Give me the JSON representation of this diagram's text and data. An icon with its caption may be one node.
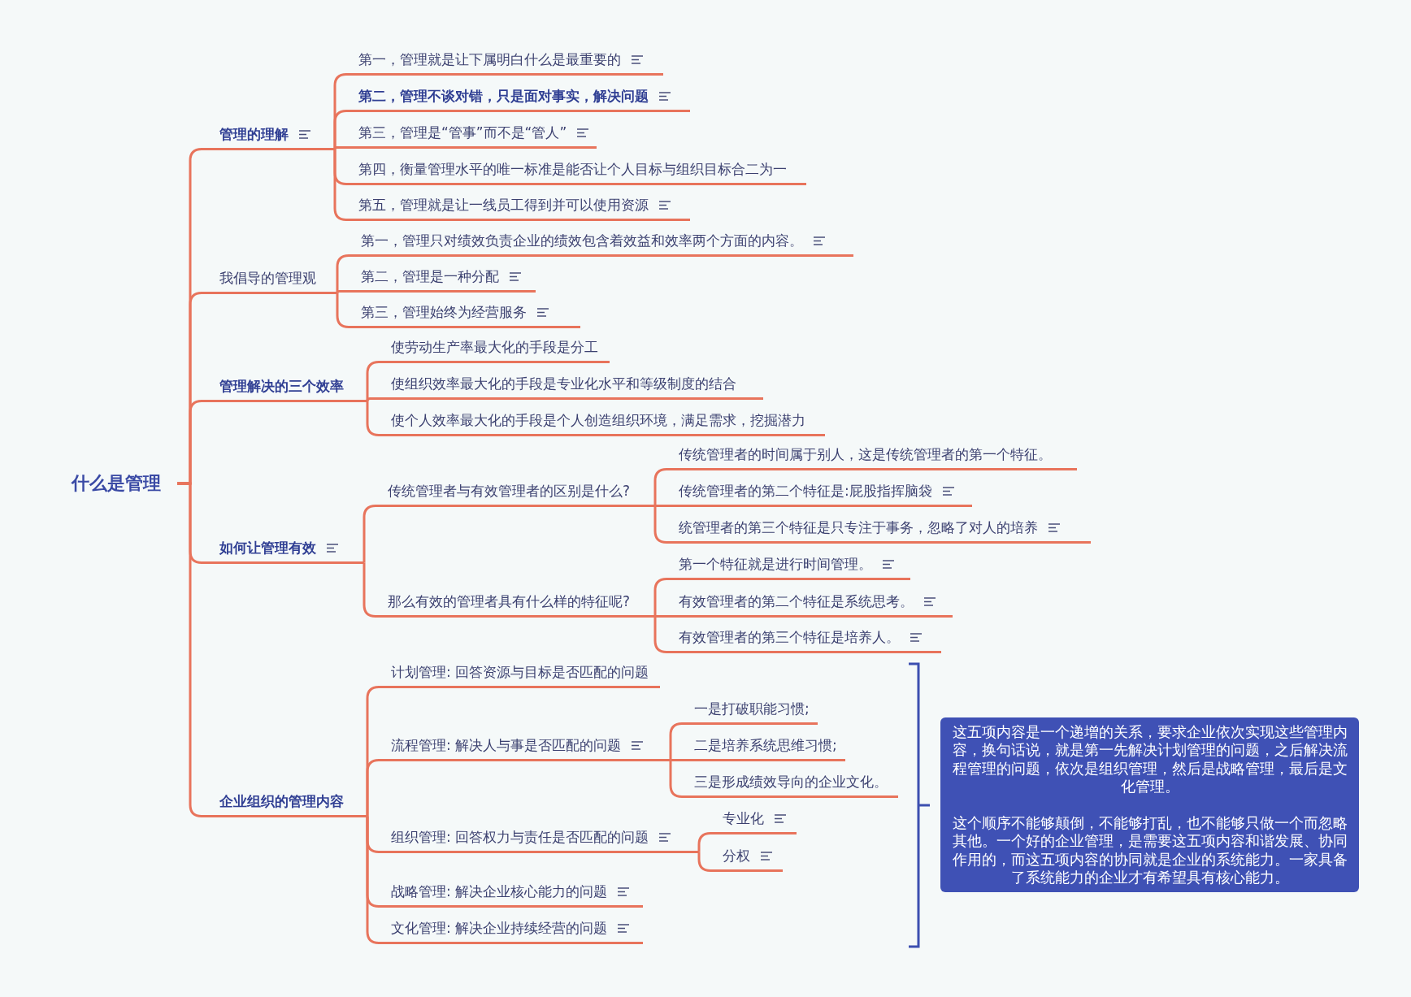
{
  "diagram": {
    "nodes": [
      {
        "text": [
          "什么是管理"
        ]
      },
      {
        "text": [
          "管理的理解"
        ]
      },
      {
        "text": [
          "第一，管理就是让下属明白什么是最重要的"
        ]
      },
      {
        "text": [
          "第二，管理不谈对错，只是面对事实，解决问题"
        ]
      },
      {
        "text": [
          "第三，管理是“管事”而不是“管人”"
        ]
      },
      {
        "text": [
          "第四，衡量管理水平的唯一标准是能否让个人目标与组织目标合二为一"
        ]
      },
      {
        "text": [
          "第五，管理就是让一线员工得到并可以使用资源"
        ]
      },
      {
        "text": [
          "我倡导的管理观"
        ]
      },
      {
        "text": [
          "第一，管理只对绩效负责企业的绩效包含着效益和效率两个方面的内容。"
        ]
      },
      {
        "text": [
          "第二，管理是一种分配"
        ]
      },
      {
        "text": [
          "第三，管理始终为经营服务"
        ]
      },
      {
        "text": [
          "管理解决的三个效率"
        ]
      },
      {
        "text": [
          "使劳动生产率最大化的手段是分工"
        ]
      },
      {
        "text": [
          "使组织效率最大化的手段是专业化水平和等级制度的结合"
        ]
      },
      {
        "text": [
          "使个人效率最大化的手段是个人创造组织环境，满足需求，挖掘潜力"
        ]
      },
      {
        "text": [
          "如何让管理有效"
        ]
      },
      {
        "text": [
          "传统管理者与有效管理者的区别是什么?"
        ]
      },
      {
        "text": [
          "传统管理者的时间属于别人，这是传统管理者的第一个特征。"
        ]
      },
      {
        "text": [
          "传统管理者的第二个特征是:屁股指挥脑袋"
        ]
      },
      {
        "text": [
          "统管理者的第三个特征是只专注于事务，忽略了对人的培养"
        ]
      },
      {
        "text": [
          "那么有效的管理者具有什么样的特征呢?"
        ]
      },
      {
        "text": [
          "第一个特征就是进行时间管理。"
        ]
      },
      {
        "text": [
          "有效管理者的第二个特征是系统思考。"
        ]
      },
      {
        "text": [
          "有效管理者的第三个特征是培养人。"
        ]
      },
      {
        "text": [
          "企业组织的管理内容"
        ]
      },
      {
        "text": [
          "计划管理: 回答资源与目标是否匹配的问题"
        ]
      },
      {
        "text": [
          "流程管理: 解决人与事是否匹配的问题"
        ]
      },
      {
        "text": [
          "一是打破职能习惯;"
        ]
      },
      {
        "text": [
          "二是培养系统思维习惯;"
        ]
      },
      {
        "text": [
          "三是形成绩效导向的企业文化。"
        ]
      },
      {
        "text": [
          "组织管理: 回答权力与责任是否匹配的问题"
        ]
      },
      {
        "text": [
          "专业化"
        ]
      },
      {
        "text": [
          "分权"
        ]
      },
      {
        "text": [
          "战略管理: 解决企业核心能力的问题"
        ]
      },
      {
        "text": [
          "文化管理: 解决企业持续经营的问题"
        ]
      },
      {
        "text": [
          "这五项内容是一个递增的关系，要求企业依次实现这些管理内容，换句话说，就是第一先解决计划管理的问题，之后解决流程管理的问题，依次是组织管理，然后是战略管理，最后是文化管理。",
          "这个顺序不能够颠倒，不能够打乱，也不能够只做一个而忽略其他。一个好的企业管理，是需要这五项内容和谐发展、协同作用的，而这五项内容的协同就是企业的系统能力。一家具备了系统能力的企业才有希望具有核心能力。"
        ]
      }
    ],
    "edges": [
      {
        "from": 0,
        "to": 1,
        "arrow": "none"
      },
      {
        "from": 0,
        "to": 7,
        "arrow": "none"
      },
      {
        "from": 0,
        "to": 11,
        "arrow": "none"
      },
      {
        "from": 0,
        "to": 15,
        "arrow": "none"
      },
      {
        "from": 0,
        "to": 24,
        "arrow": "none"
      },
      {
        "from": 1,
        "to": 2,
        "arrow": "none"
      },
      {
        "from": 1,
        "to": 3,
        "arrow": "none"
      },
      {
        "from": 1,
        "to": 4,
        "arrow": "none"
      },
      {
        "from": 1,
        "to": 5,
        "arrow": "none"
      },
      {
        "from": 1,
        "to": 6,
        "arrow": "none"
      },
      {
        "from": 7,
        "to": 8,
        "arrow": "none"
      },
      {
        "from": 7,
        "to": 9,
        "arrow": "none"
      },
      {
        "from": 7,
        "to": 10,
        "arrow": "none"
      },
      {
        "from": 11,
        "to": 12,
        "arrow": "none"
      },
      {
        "from": 11,
        "to": 13,
        "arrow": "none"
      },
      {
        "from": 11,
        "to": 14,
        "arrow": "none"
      },
      {
        "from": 15,
        "to": 16,
        "arrow": "none"
      },
      {
        "from": 15,
        "to": 20,
        "arrow": "none"
      },
      {
        "from": 16,
        "to": 17,
        "arrow": "none"
      },
      {
        "from": 16,
        "to": 18,
        "arrow": "none"
      },
      {
        "from": 16,
        "to": 19,
        "arrow": "none"
      },
      {
        "from": 20,
        "to": 21,
        "arrow": "none"
      },
      {
        "from": 20,
        "to": 22,
        "arrow": "none"
      },
      {
        "from": 20,
        "to": 23,
        "arrow": "none"
      },
      {
        "from": 24,
        "to": 25,
        "arrow": "none"
      },
      {
        "from": 24,
        "to": 26,
        "arrow": "none"
      },
      {
        "from": 24,
        "to": 30,
        "arrow": "none"
      },
      {
        "from": 24,
        "to": 33,
        "arrow": "none"
      },
      {
        "from": 24,
        "to": 34,
        "arrow": "none"
      },
      {
        "from": 26,
        "to": 27,
        "arrow": "none"
      },
      {
        "from": 26,
        "to": 28,
        "arrow": "none"
      },
      {
        "from": 26,
        "to": 29,
        "arrow": "none"
      },
      {
        "from": 30,
        "to": 31,
        "arrow": "none"
      },
      {
        "from": 30,
        "to": 32,
        "arrow": "none"
      }
    ]
  }
}
